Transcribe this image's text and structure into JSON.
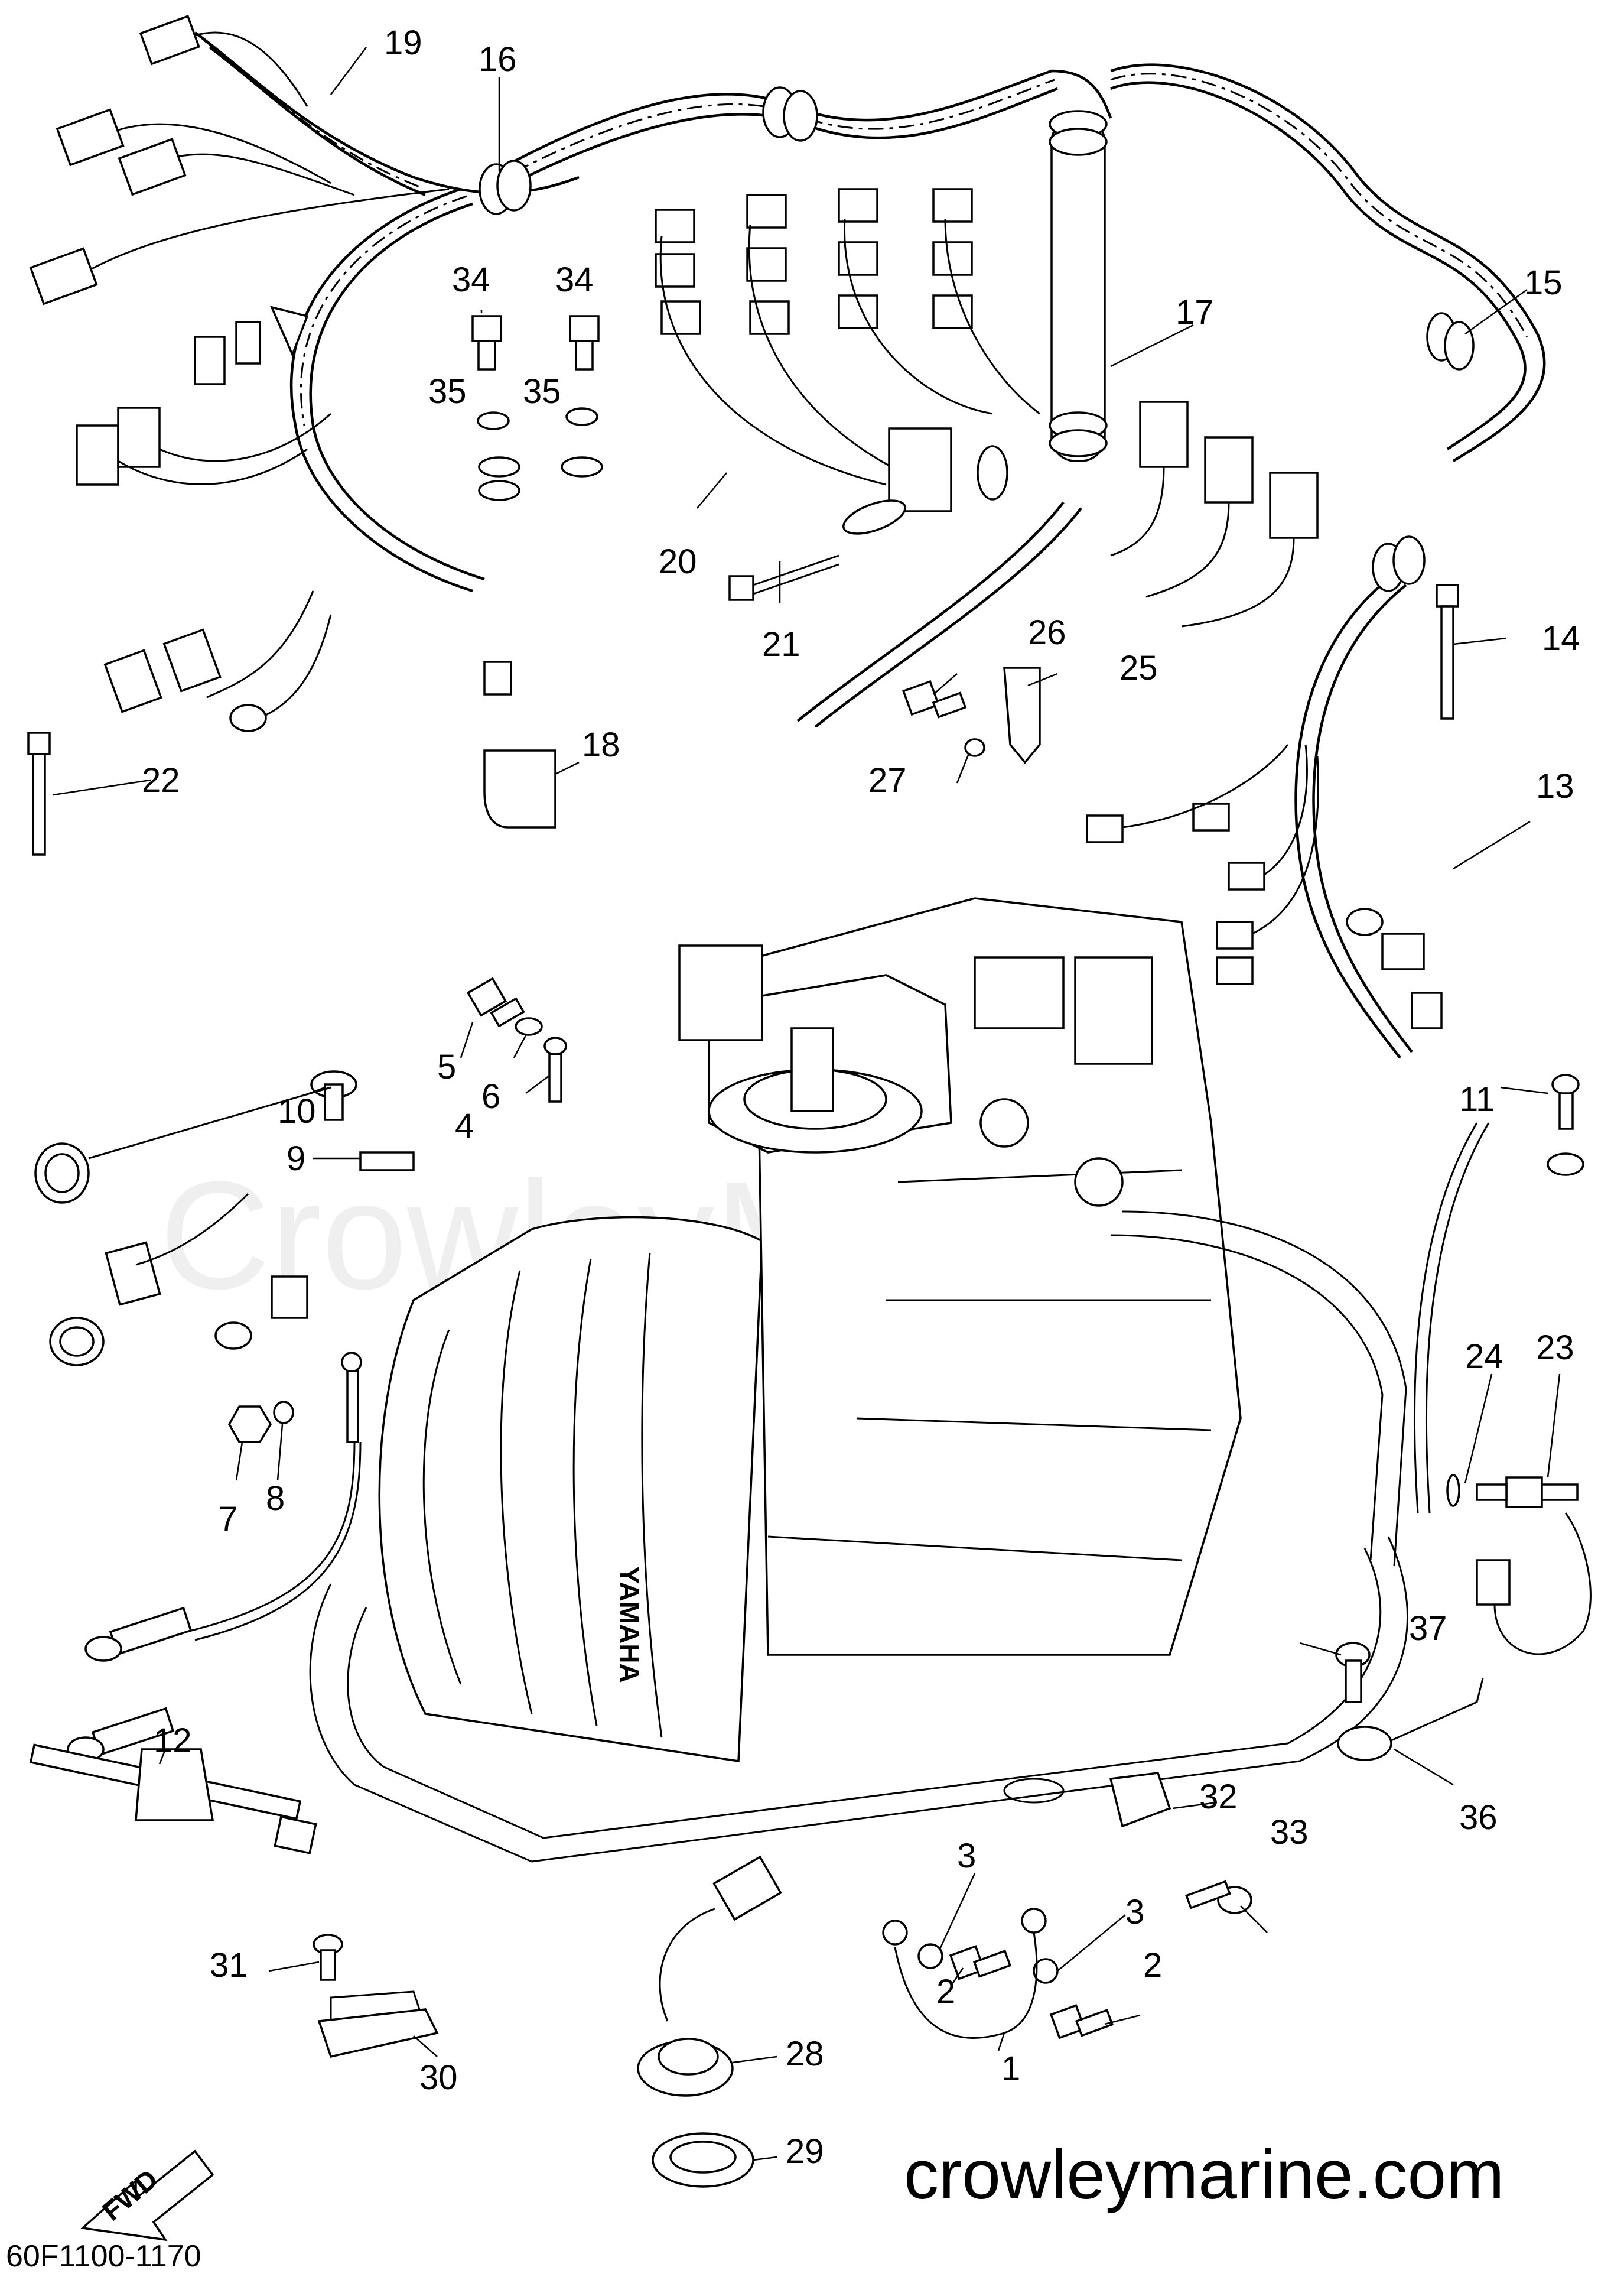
{
  "diagram": {
    "site": "crowleymarine.com",
    "code": "60F1100-1170",
    "watermark": "CrowleyMarine",
    "engine_brand": "YAMAHA",
    "fwd_label": "FWD"
  },
  "callouts": [
    "1",
    "2",
    "2",
    "3",
    "3",
    "4",
    "5",
    "6",
    "7",
    "8",
    "9",
    "10",
    "11",
    "12",
    "13",
    "14",
    "15",
    "16",
    "17",
    "18",
    "19",
    "20",
    "21",
    "22",
    "23",
    "24",
    "25",
    "26",
    "27",
    "28",
    "29",
    "30",
    "31",
    "32",
    "33",
    "34",
    "34",
    "35",
    "35",
    "36",
    "37"
  ]
}
